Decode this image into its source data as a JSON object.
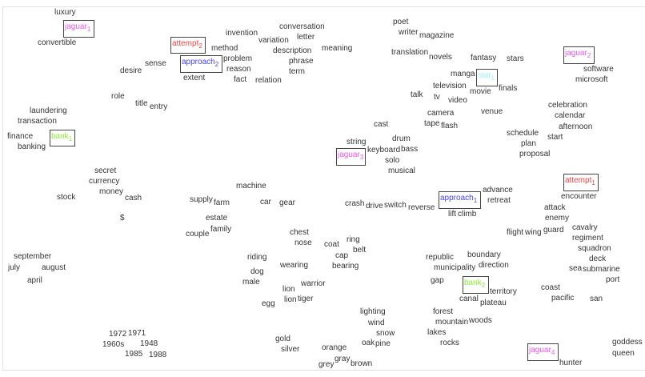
{
  "chart_data": {
    "type": "scatter",
    "title": "",
    "xlabel": "",
    "ylabel": "",
    "grid": false,
    "words": [
      "luxury",
      "convertible",
      "invention",
      "conversation",
      "letter",
      "variation",
      "description",
      "phrase",
      "term",
      "meaning",
      "method",
      "problem",
      "reason",
      "fact",
      "extent",
      "sense",
      "desire",
      "relation",
      "role",
      "title",
      "entry",
      "laundering",
      "transaction",
      "finance",
      "banking",
      "secret",
      "currency",
      "money",
      "cash",
      "stock",
      "$",
      "supply",
      "farm",
      "machine",
      "car",
      "gear",
      "estate",
      "couple",
      "family",
      "chest",
      "nose",
      "coat",
      "ring",
      "belt",
      "cap",
      "bearing",
      "riding",
      "wearing",
      "dog",
      "male",
      "warrior",
      "lion",
      "lion",
      "tiger",
      "egg",
      "gold",
      "silver",
      "orange",
      "gray",
      "grey",
      "brown",
      "lighting",
      "wind",
      "snow",
      "pine",
      "oak",
      "september",
      "july",
      "august",
      "april",
      "1972",
      "1971",
      "1960s",
      "1948",
      "1985",
      "1988",
      "poet",
      "writer",
      "magazine",
      "translation",
      "novels",
      "fantasy",
      "stars",
      "manga",
      "movie",
      "finals",
      "software",
      "microsoft",
      "talk",
      "tv",
      "television",
      "video",
      "camera",
      "venue",
      "celebration",
      "calendar",
      "cast",
      "tape",
      "flash",
      "afternoon",
      "schedule",
      "start",
      "plan",
      "proposal",
      "string",
      "drum",
      "bass",
      "keyboard",
      "solo",
      "musical",
      "encounter",
      "advance",
      "retreat",
      "lift",
      "climb",
      "crash",
      "drive",
      "switch",
      "reverse",
      "attack",
      "enemy",
      "flight",
      "wing",
      "guard",
      "cavalry",
      "regiment",
      "squadron",
      "deck",
      "submarine",
      "sea",
      "port",
      "republic",
      "municipality",
      "direction",
      "boundary",
      "gap",
      "canal",
      "plateau",
      "territory",
      "coast",
      "pacific",
      "san",
      "forest",
      "mountain",
      "woods",
      "lakes",
      "rocks",
      "hunter",
      "goddess",
      "queen"
    ],
    "senses": [
      {
        "word": "jaguar",
        "index": "1",
        "color": "#ee55ee"
      },
      {
        "word": "jaguar",
        "index": "2",
        "color": "#ee55ee"
      },
      {
        "word": "jaguar",
        "index": "3",
        "color": "#ee55ee"
      },
      {
        "word": "jaguar",
        "index": "4",
        "color": "#ee55ee"
      },
      {
        "word": "attempt",
        "index": "1",
        "color": "#ee4444"
      },
      {
        "word": "attempt",
        "index": "2",
        "color": "#ee4444"
      },
      {
        "word": "approach",
        "index": "1",
        "color": "#4444ff"
      },
      {
        "word": "approach",
        "index": "2",
        "color": "#4444ff"
      },
      {
        "word": "bank",
        "index": "1",
        "color": "#88ee33"
      },
      {
        "word": "bank",
        "index": "2",
        "color": "#88ee33"
      },
      {
        "word": "star",
        "index": "1",
        "color": "#99eeff"
      }
    ]
  }
}
